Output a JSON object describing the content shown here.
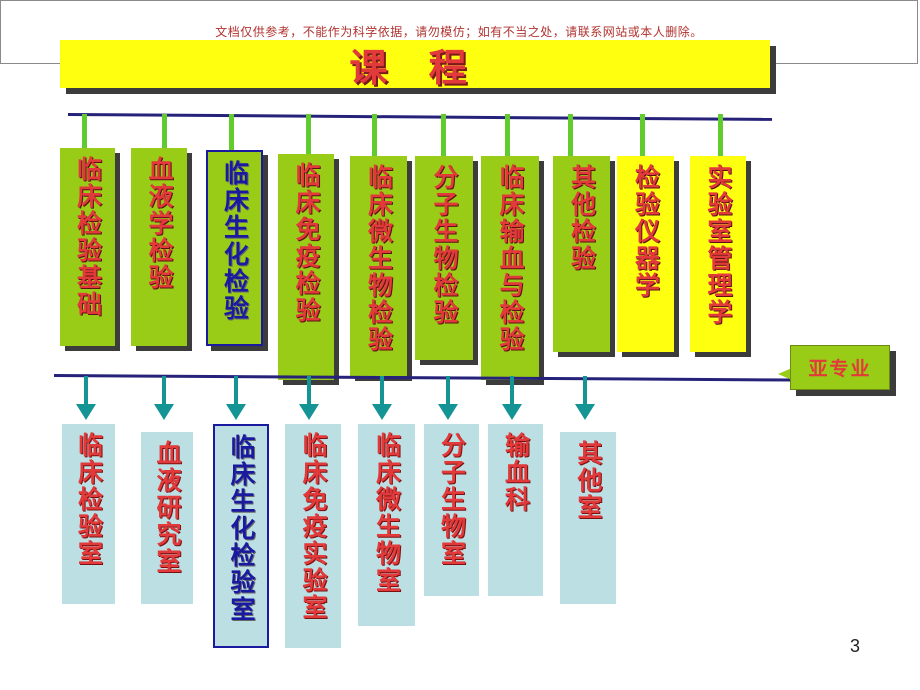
{
  "disclaimer": "文档仅供参考，不能作为科学依据，请勿模仿；如有不当之处，请联系网站或本人删除。",
  "title": "课 程",
  "courses": [
    {
      "label": "临床检验基础",
      "style": "green",
      "text": "red"
    },
    {
      "label": "血液学检验",
      "style": "green",
      "text": "red"
    },
    {
      "label": "临床生化检验",
      "style": "green-blue",
      "text": "blue"
    },
    {
      "label": "临床免疫检验",
      "style": "green",
      "text": "red"
    },
    {
      "label": "临床微生物检验",
      "style": "green",
      "text": "red"
    },
    {
      "label": "分子生物检验",
      "style": "green",
      "text": "red"
    },
    {
      "label": "临床输血与检验",
      "style": "green",
      "text": "red"
    },
    {
      "label": "其他检验",
      "style": "green",
      "text": "red"
    },
    {
      "label": "检验仪器学",
      "style": "yellow",
      "text": "red"
    },
    {
      "label": "实验室管理学",
      "style": "yellow",
      "text": "red"
    }
  ],
  "subspecialty_label": "亚专业",
  "labs": [
    {
      "label": "临床检验室",
      "text": "red"
    },
    {
      "label": "血液研究室",
      "text": "red"
    },
    {
      "label": "临床生化检验室",
      "text": "blue"
    },
    {
      "label": "临床免疫实验室",
      "text": "red"
    },
    {
      "label": "临床微生物室",
      "text": "red"
    },
    {
      "label": "分子生物室",
      "text": "red"
    },
    {
      "label": "输血科",
      "text": "red"
    },
    {
      "label": "其他室",
      "text": "red"
    }
  ],
  "page_number": "3",
  "colors": {
    "green": "#99cc16",
    "yellow": "#ffff10",
    "light_blue": "#bcdfe4",
    "red_text": "#e23a3a",
    "blue_text": "#1a1aa0",
    "navy_line": "#26227a",
    "teal_arrow": "#149494"
  }
}
